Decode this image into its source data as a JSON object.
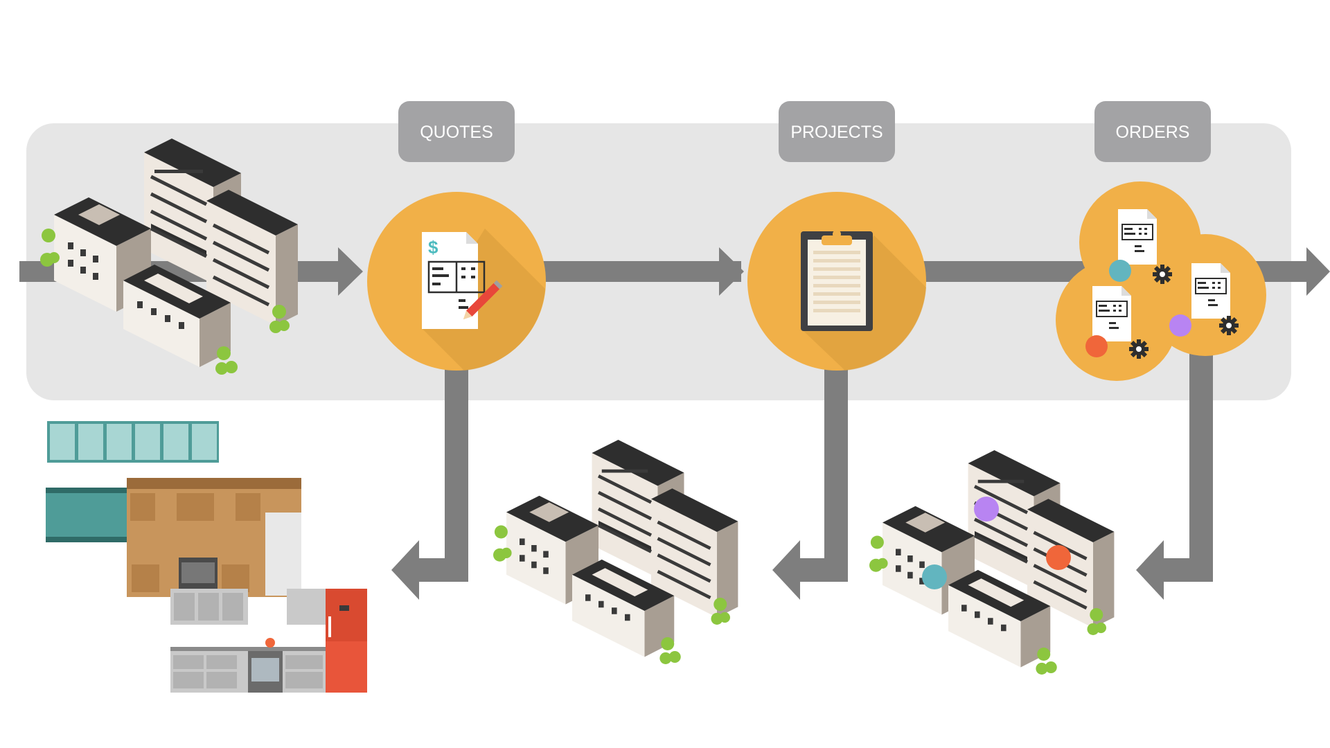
{
  "stages": [
    {
      "id": "quotes",
      "label": "QUOTES",
      "icon": "quote-document-icon"
    },
    {
      "id": "projects",
      "label": "PROJECTS",
      "icon": "clipboard-icon"
    },
    {
      "id": "orders",
      "label": "ORDERS",
      "icon": "order-documents-icon"
    }
  ],
  "colors": {
    "panel": "#e6e6e6",
    "arrow": "#7e7e7e",
    "circle": "#f1b048",
    "circle_shadow": "#d89c3c",
    "label_bg": "#a3a3a5",
    "label_text": "#ffffff",
    "teal_dot": "#62b5bf",
    "orange_dot": "#f0663a",
    "purple_dot": "#b884f2"
  }
}
